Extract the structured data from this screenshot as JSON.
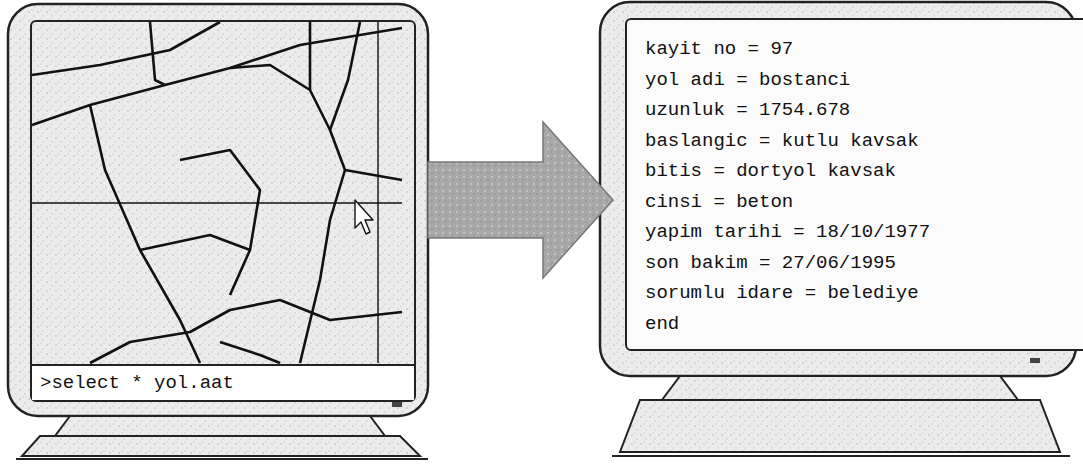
{
  "diagram": {
    "nodes": [
      {
        "text": [
          ">select * yol.aat"
        ]
      },
      {
        "text": [
          "kayit no = 97",
          "yol adi = bostanci",
          "uzunluk = 1754.678",
          "baslangic = kutlu kavsak",
          "bitis = dortyol kavsak",
          "cinsi = beton",
          "yapim tarihi = 18/10/1977",
          "son bakim = 27/06/1995",
          "sorumlu idare = belediye",
          "end"
        ]
      }
    ],
    "edges": [
      {
        "from": 0,
        "to": 1,
        "arrow": "to"
      }
    ]
  }
}
